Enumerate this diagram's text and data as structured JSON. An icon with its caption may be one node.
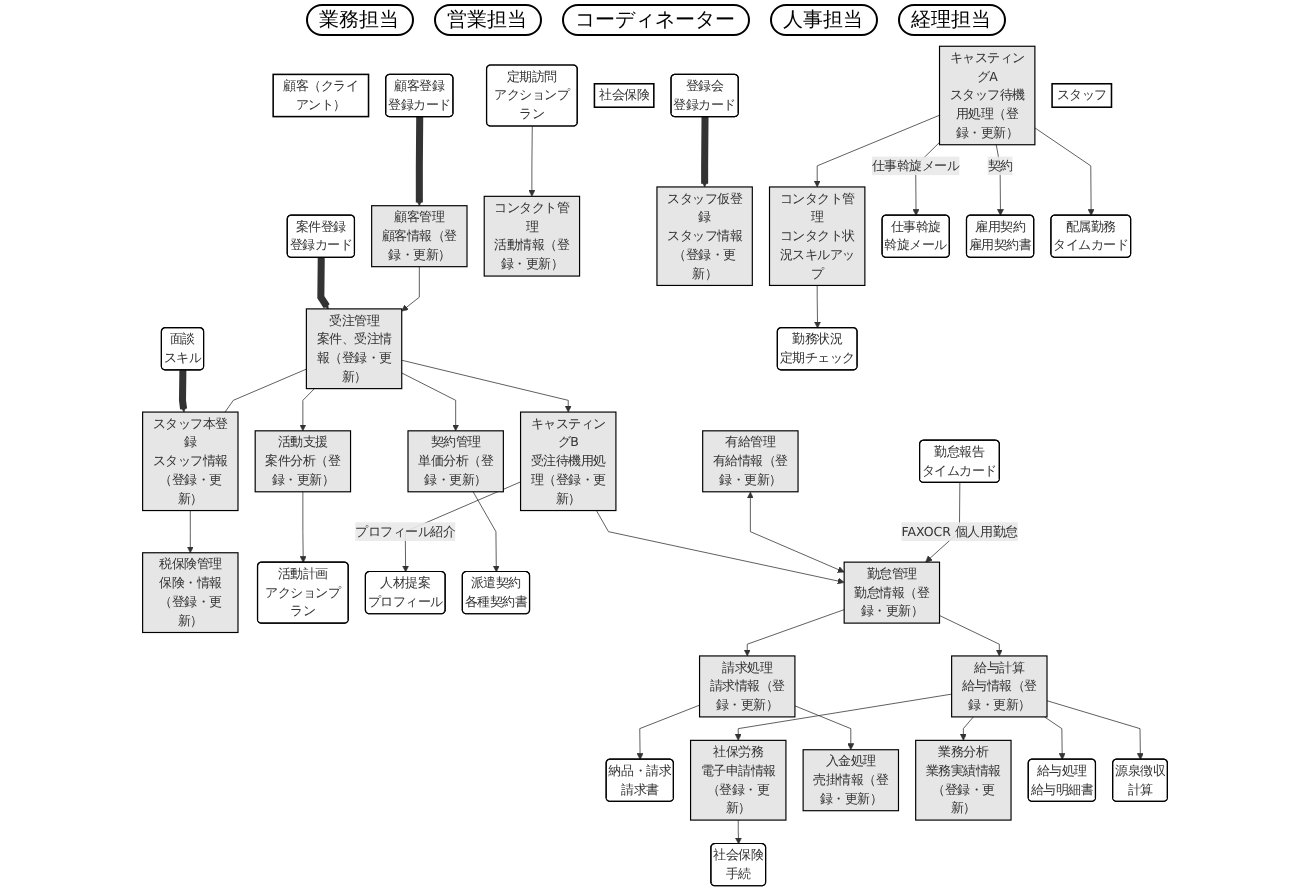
{
  "diagram": {
    "nodes": [
      {
        "text": [
          "顧客（クライアント）"
        ]
      },
      {
        "text": [
          "顧客登録",
          "登録カード"
        ]
      },
      {
        "text": [
          "活動計画",
          "アクションプラン"
        ]
      },
      {
        "text": [
          "案件登録",
          "登録カード"
        ]
      },
      {
        "text": [
          "人材提案",
          "プロフィール"
        ]
      },
      {
        "text": [
          "派遣契約",
          "各種契約書"
        ]
      },
      {
        "text": [
          "定期訪問",
          "アクションプラン"
        ]
      },
      {
        "text": [
          "納品・請求",
          "請求書"
        ]
      },
      {
        "text": [
          "社会保険"
        ]
      },
      {
        "text": [
          "社会保険",
          "手続"
        ]
      },
      {
        "text": [
          "活動支援",
          "案件分析（登録・更新）"
        ]
      },
      {
        "text": [
          "顧客管理",
          "顧客情報（登録・更新）"
        ]
      },
      {
        "text": [
          "受注管理",
          "案件、受注情報（登録・更新）"
        ]
      },
      {
        "text": [
          "契約管理",
          "単価分析（登録・更新）"
        ]
      },
      {
        "text": [
          "コンタクト管理",
          "活動情報（登録・更新）"
        ]
      },
      {
        "text": [
          "有給管理",
          "有給情報（登録・更新）"
        ]
      },
      {
        "text": [
          "勤怠管理",
          "勤怠情報（登録・更新）"
        ]
      },
      {
        "text": [
          "税保険管理",
          "保険・情報（登録・更新）"
        ]
      },
      {
        "text": [
          "キャスティングB",
          "受注待機用処理（登録・更新）"
        ]
      },
      {
        "text": [
          "請求処理",
          "請求情報（登録・更新）"
        ]
      },
      {
        "text": [
          "給与計算",
          "給与情報（登録・更新）"
        ]
      },
      {
        "text": [
          "社保労務",
          "電子申請情報（登録・更新）"
        ]
      },
      {
        "text": [
          "入金処理",
          "売掛情報（登録・更新）"
        ]
      },
      {
        "text": [
          "業務分析",
          "業務実績情報（登録・更新）"
        ]
      },
      {
        "text": [
          "スタッフ仮登録",
          "スタッフ情報（登録・更新）"
        ]
      },
      {
        "text": [
          "スタッフ本登録",
          "スタッフ情報（登録・更新）"
        ]
      },
      {
        "text": [
          "キャスティングA",
          "スタッフ待機用処理（登録・更新）"
        ]
      },
      {
        "text": [
          "コンタクト管理",
          "コンタクト状況スキルアップ"
        ]
      },
      {
        "text": [
          "登録会",
          "登録カード"
        ]
      },
      {
        "text": [
          "面談",
          "スキル"
        ]
      },
      {
        "text": [
          "仕事斡旋",
          "斡旋メール"
        ]
      },
      {
        "text": [
          "雇用契約",
          "雇用契約書"
        ]
      },
      {
        "text": [
          "配属勤務",
          "タイムカード"
        ]
      },
      {
        "text": [
          "勤怠報告",
          "タイムカード"
        ]
      },
      {
        "text": [
          "勤務状況",
          "定期チェック"
        ]
      },
      {
        "text": [
          "給与処理",
          "給与明細書"
        ]
      },
      {
        "text": [
          "源泉徴収",
          "計算"
        ]
      },
      {
        "text": [
          "スタッフ"
        ]
      }
    ],
    "edges": [
      {
        "from": 1,
        "to": 11,
        "arrow": "to",
        "style": "thick"
      },
      {
        "from": 3,
        "to": 12,
        "arrow": "to",
        "style": "thick"
      },
      {
        "from": 28,
        "to": 24,
        "arrow": "to",
        "style": "thick"
      },
      {
        "from": 29,
        "to": 25,
        "arrow": "to",
        "style": "thick"
      },
      {
        "from": 11,
        "to": 12,
        "arrow": "to"
      },
      {
        "from": 12,
        "to": 10,
        "arrow": "to"
      },
      {
        "from": 10,
        "to": 2,
        "arrow": "to"
      },
      {
        "from": 12,
        "to": 13,
        "arrow": "to"
      },
      {
        "from": 12,
        "to": 18,
        "arrow": "to"
      },
      {
        "from": 12,
        "to": 25,
        "arrow": "none"
      },
      {
        "from": 25,
        "to": 17,
        "arrow": "to"
      },
      {
        "from": 18,
        "to": 4,
        "arrow": "to",
        "label": "プロフィール紹介"
      },
      {
        "from": 13,
        "to": 5,
        "arrow": "to"
      },
      {
        "from": 6,
        "to": 14,
        "arrow": "to"
      },
      {
        "from": 26,
        "to": 30,
        "arrow": "to",
        "label": "仕事斡旋メール"
      },
      {
        "from": 26,
        "to": 31,
        "arrow": "to",
        "label": "契約"
      },
      {
        "from": 26,
        "to": 32,
        "arrow": "to"
      },
      {
        "from": 18,
        "to": 16,
        "arrow": "to"
      },
      {
        "from": 15,
        "to": 16,
        "arrow": "both"
      },
      {
        "from": 33,
        "to": 16,
        "arrow": "to",
        "label": "FAXOCR 個人用勤怠"
      },
      {
        "from": 26,
        "to": 27,
        "arrow": "to"
      },
      {
        "from": 27,
        "to": 34,
        "arrow": "to"
      },
      {
        "from": 16,
        "to": 19,
        "arrow": "to"
      },
      {
        "from": 16,
        "to": 20,
        "arrow": "to"
      },
      {
        "from": 19,
        "to": 7,
        "arrow": "to"
      },
      {
        "from": 19,
        "to": 22,
        "arrow": "to"
      },
      {
        "from": 20,
        "to": 23,
        "arrow": "to"
      },
      {
        "from": 20,
        "to": 21,
        "arrow": "to"
      },
      {
        "from": 21,
        "to": 9,
        "arrow": "to"
      },
      {
        "from": 20,
        "to": 35,
        "arrow": "to"
      },
      {
        "from": 20,
        "to": 36,
        "arrow": "to"
      }
    ],
    "labels": [
      "業務担当",
      "営業担当",
      "コーディネーター",
      "人事担当",
      "経理担当"
    ]
  }
}
